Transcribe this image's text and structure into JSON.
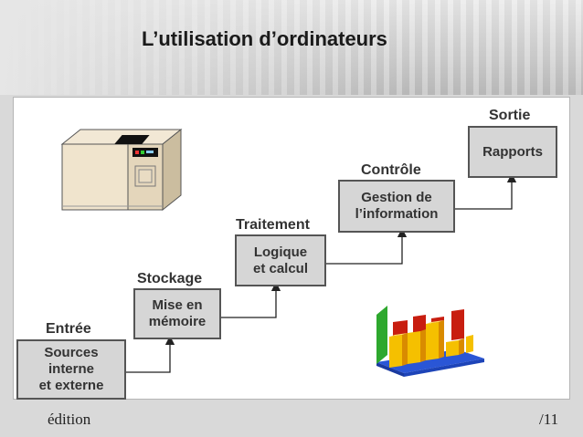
{
  "slide": {
    "title": "L’utilisation d’ordinateurs",
    "footer_left": "édition",
    "footer_right": "/11"
  },
  "stages": [
    {
      "label": "Entrée",
      "box_lines": [
        "Sources",
        "interne",
        "et externe"
      ]
    },
    {
      "label": "Stockage",
      "box_lines": [
        "Mise en",
        "mémoire"
      ]
    },
    {
      "label": "Traitement",
      "box_lines": [
        "Logique",
        "et calcul"
      ]
    },
    {
      "label": "Contrôle",
      "box_lines": [
        "Gestion de",
        "l’information"
      ]
    },
    {
      "label": "Sortie",
      "box_lines": [
        "Rapports"
      ]
    }
  ],
  "illustrations": {
    "computer": "mainframe-computer-icon",
    "chart": "3d-bar-chart-icon",
    "colors": {
      "bar_front": "#f5c000",
      "bar_side": "#d98b00",
      "bar_red": "#c81e10",
      "base": "#2a56d6",
      "green_wall": "#2ea82e"
    }
  }
}
